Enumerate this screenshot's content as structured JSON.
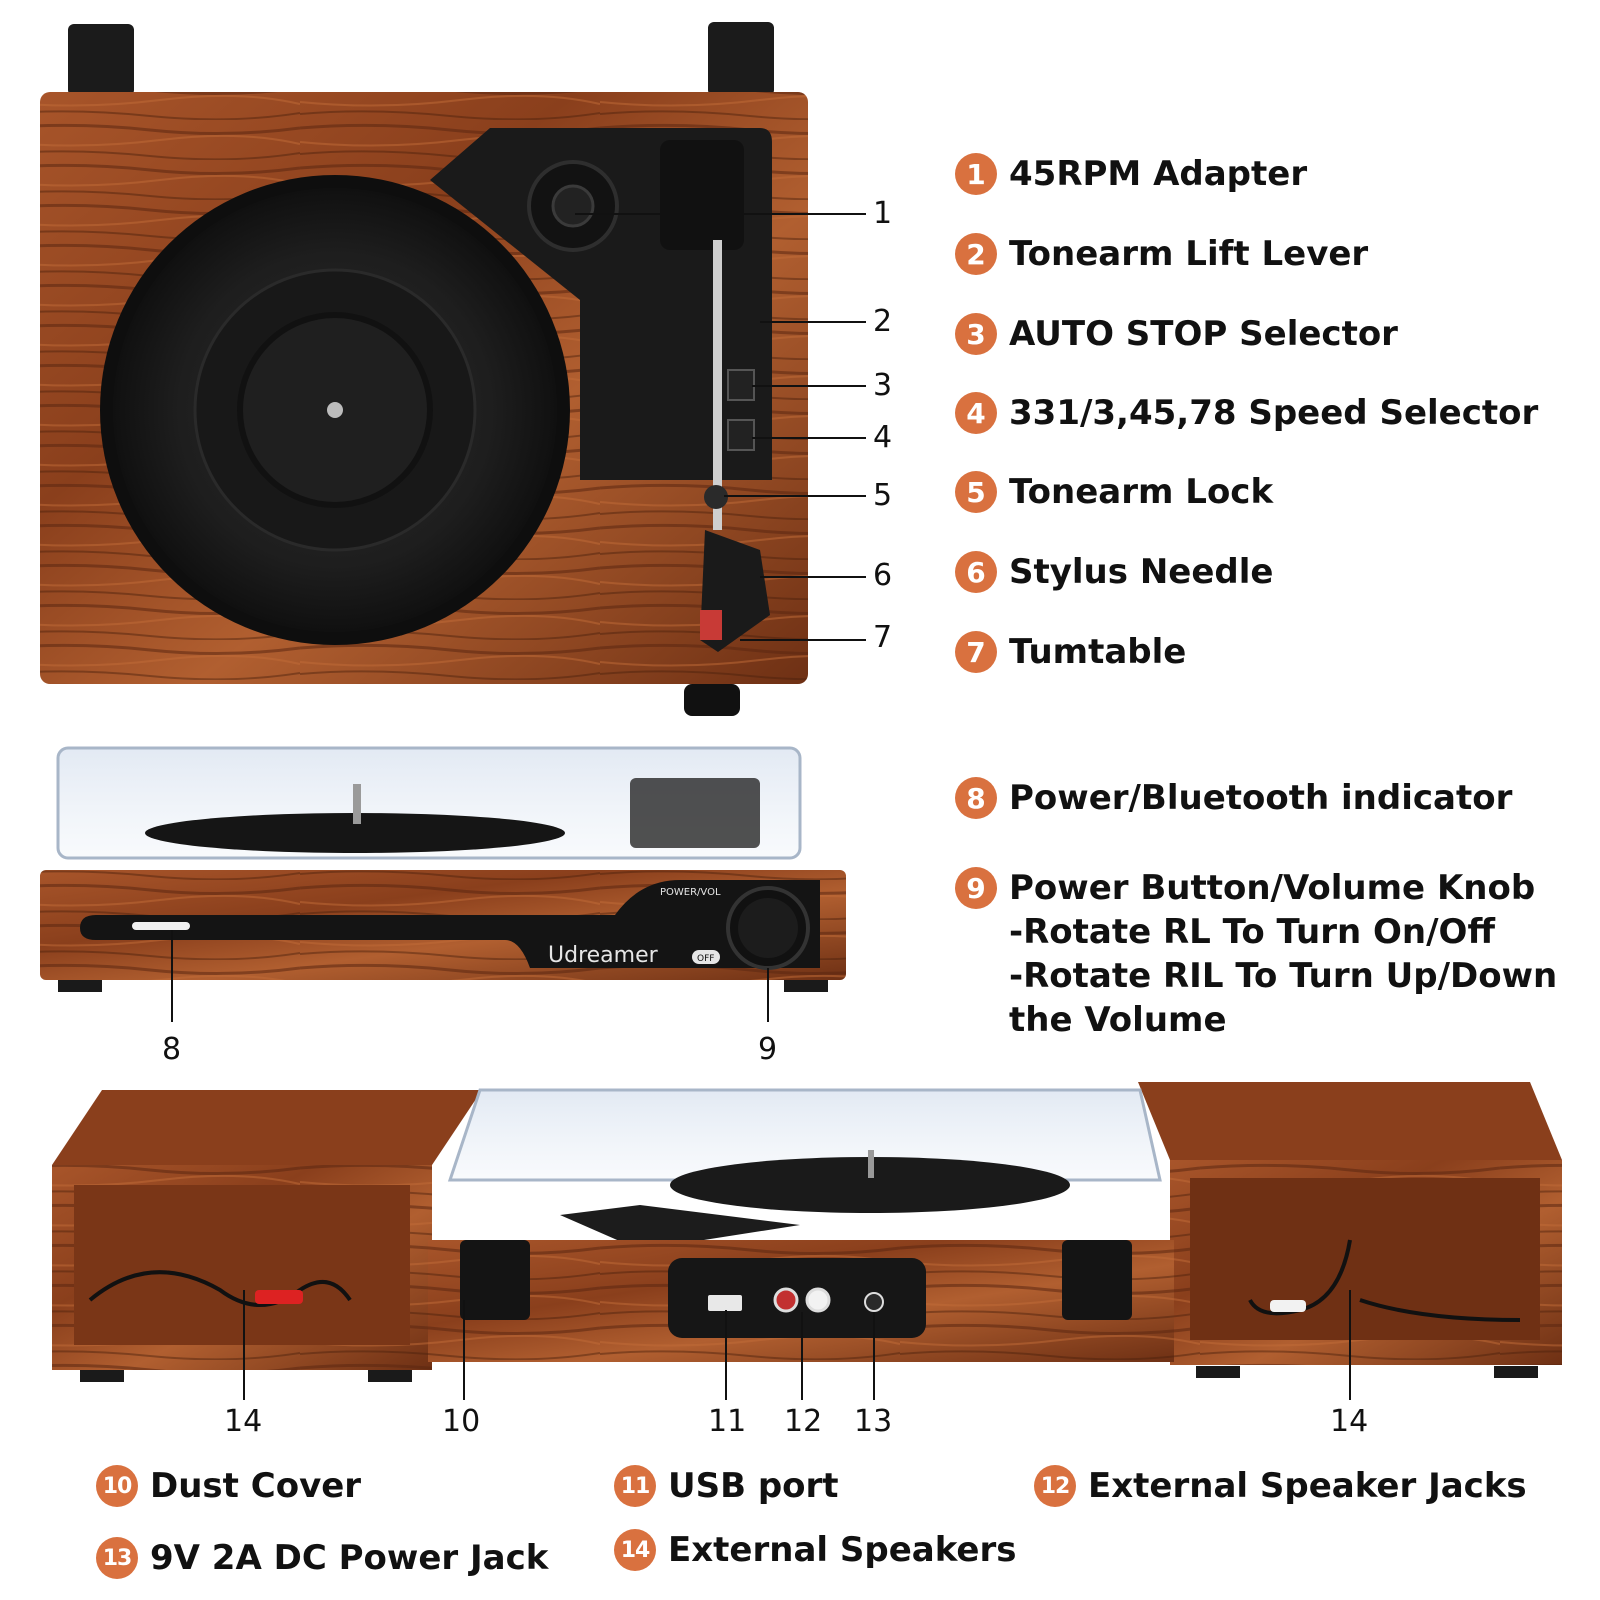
{
  "brand": "Udreamer",
  "knob_labels": {
    "top": "POWER/VOL",
    "off": "OFF"
  },
  "features": [
    {
      "num": "1",
      "label": "45RPM Adapter"
    },
    {
      "num": "2",
      "label": "Tonearm Lift Lever"
    },
    {
      "num": "3",
      "label": "AUTO STOP Selector"
    },
    {
      "num": "4",
      "label": "331/3,45,78 Speed Selector"
    },
    {
      "num": "5",
      "label": "Tonearm Lock"
    },
    {
      "num": "6",
      "label": "Stylus Needle"
    },
    {
      "num": "7",
      "label": "Tumtable"
    },
    {
      "num": "8",
      "label": "Power/Bluetooth indicator"
    },
    {
      "num": "9",
      "label": "Power Button/Volume Knob",
      "lines": [
        "-Rotate RL To Turn On/Off",
        "-Rotate RIL To Turn Up/Down",
        "the Volume"
      ]
    },
    {
      "num": "10",
      "label": "Dust Cover"
    },
    {
      "num": "11",
      "label": "USB port"
    },
    {
      "num": "12",
      "label": "External Speaker Jacks"
    },
    {
      "num": "13",
      "label": "9V 2A DC Power Jack"
    },
    {
      "num": "14",
      "label": "External Speakers"
    }
  ],
  "callouts": {
    "c1": "1",
    "c2": "2",
    "c3": "3",
    "c4": "4",
    "c5": "5",
    "c6": "6",
    "c7": "7",
    "c8": "8",
    "c9": "9",
    "c14a": "14",
    "c10": "10",
    "c11": "11",
    "c12": "12",
    "c13": "13",
    "c14b": "14"
  },
  "colors": {
    "badge": "#d9713f",
    "wood": "#9a4a22",
    "wood_dark": "#5a2a12",
    "plastic": "#1c1c1c"
  }
}
